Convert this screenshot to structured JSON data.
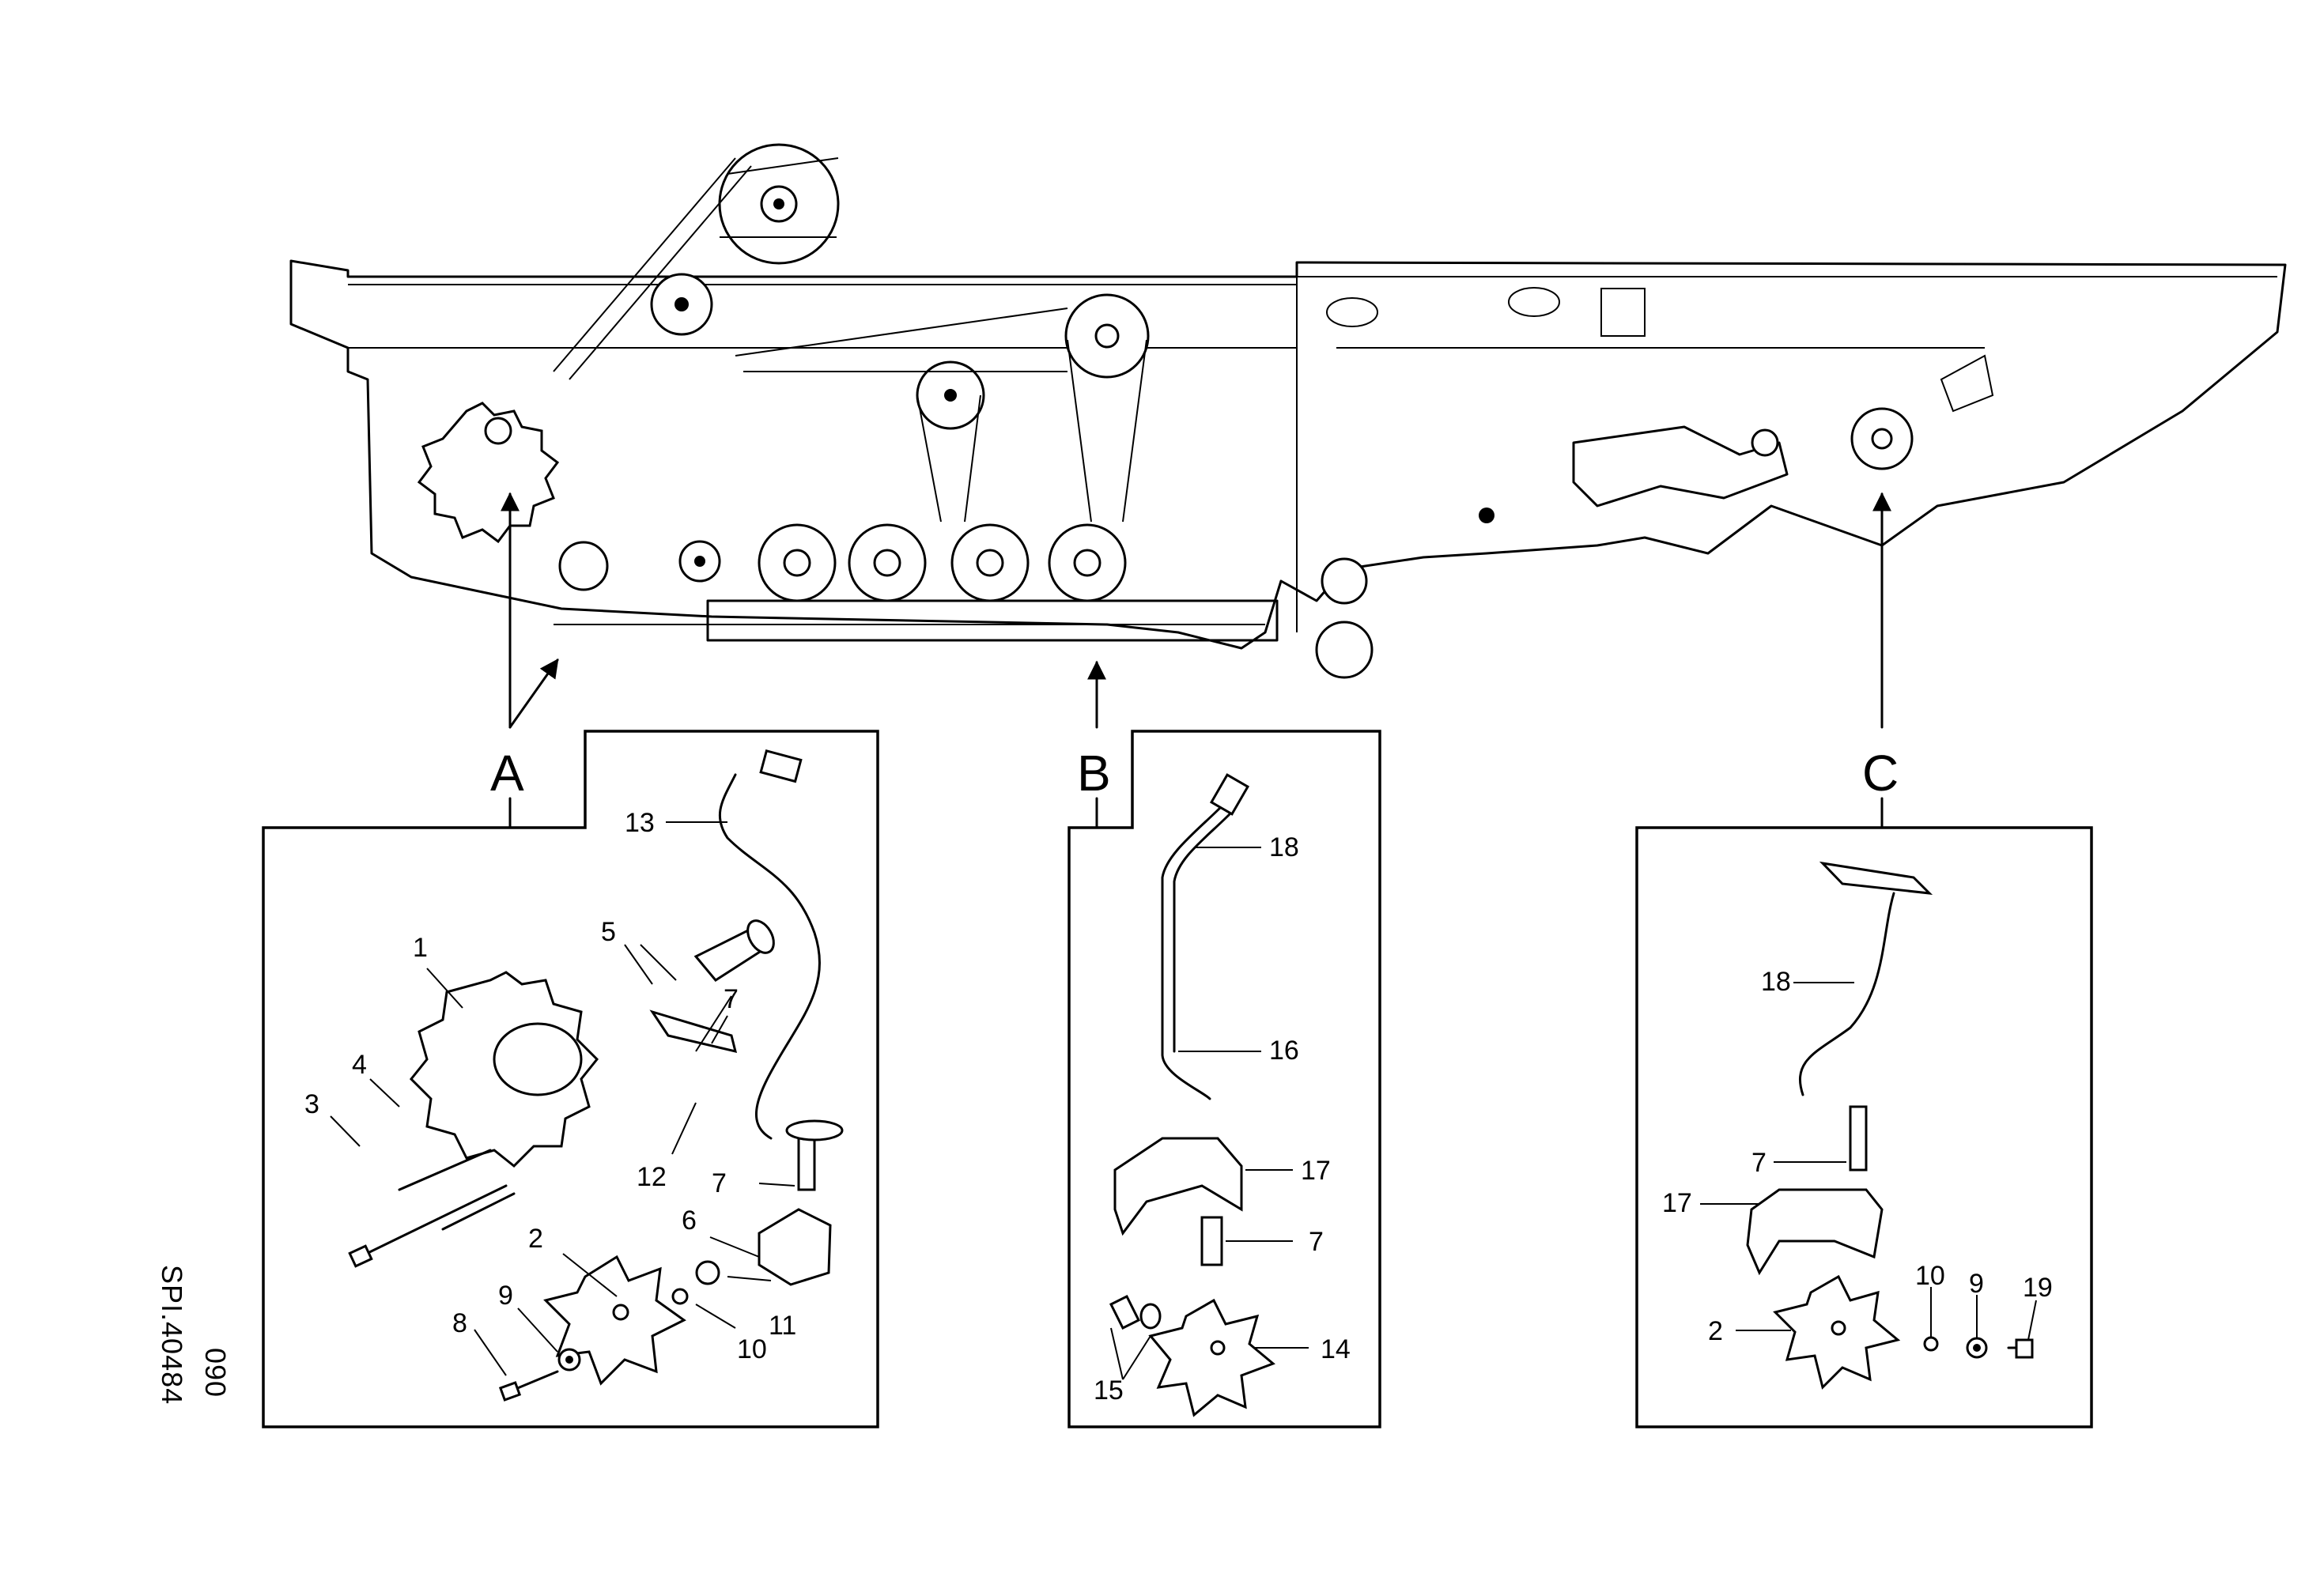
{
  "drawing": {
    "reference_number": "SPI.40484",
    "page_code": "090"
  },
  "views": {
    "A": "A",
    "B": "B",
    "C": "C"
  },
  "callouts": {
    "a": [
      "13",
      "1",
      "5",
      "7",
      "4",
      "3",
      "12",
      "7",
      "6",
      "2",
      "9",
      "11",
      "10",
      "8"
    ],
    "b": [
      "18",
      "16",
      "17",
      "7",
      "14",
      "15"
    ],
    "c": [
      "18",
      "7",
      "17",
      "10",
      "9",
      "19",
      "2"
    ]
  }
}
